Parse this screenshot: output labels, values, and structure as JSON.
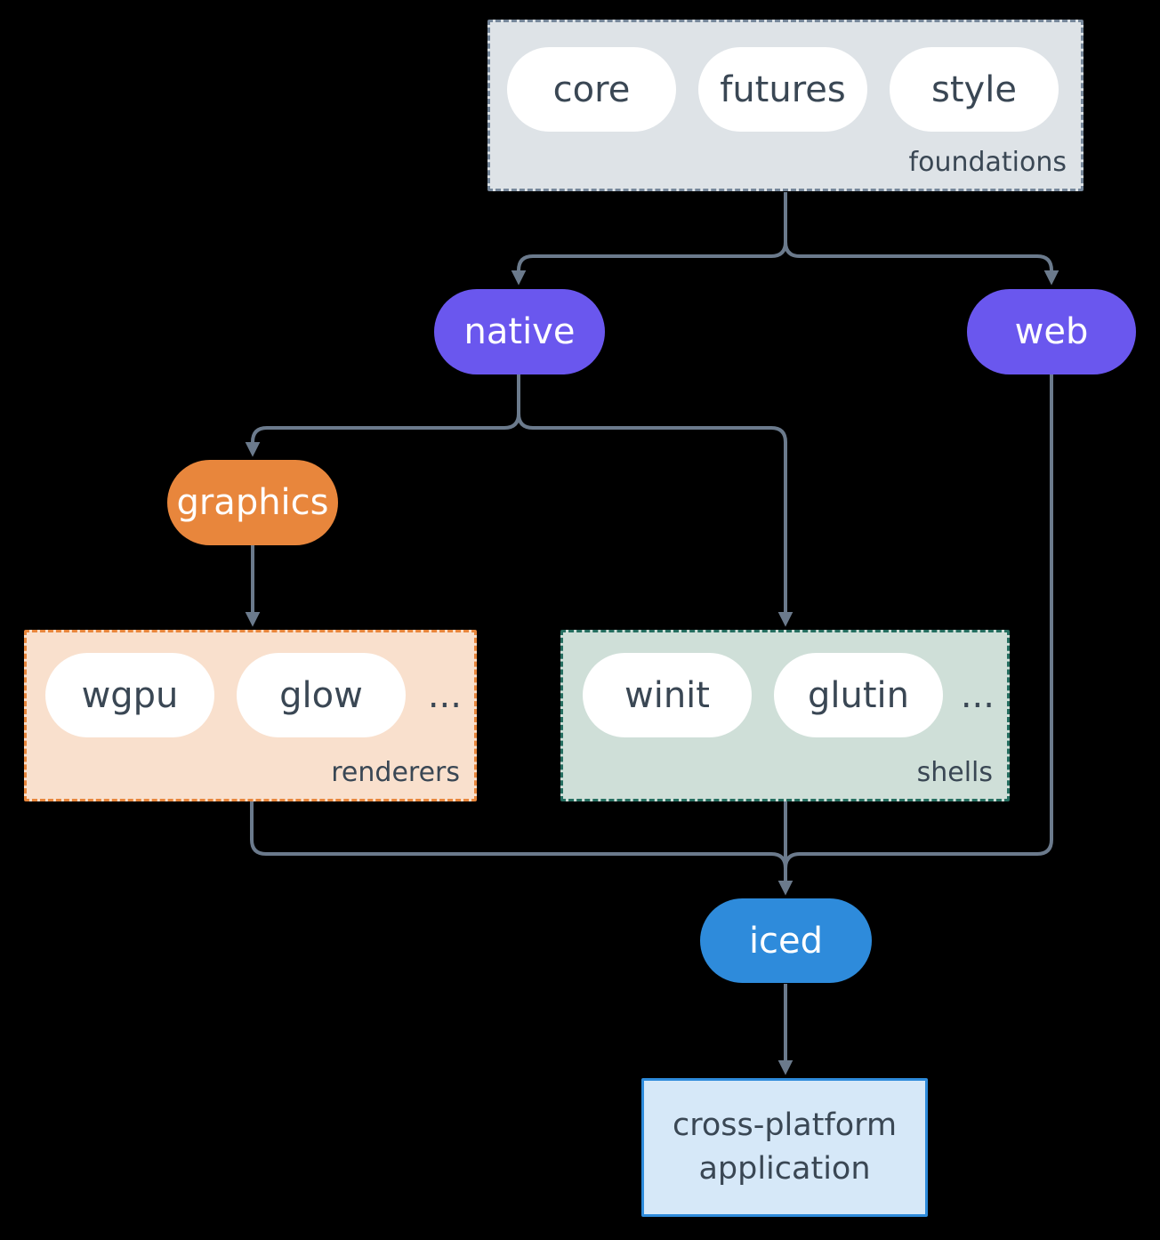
{
  "diagram": {
    "foundations": {
      "label": "foundations",
      "pills": [
        "core",
        "futures",
        "style"
      ]
    },
    "native": {
      "label": "native"
    },
    "web": {
      "label": "web"
    },
    "graphics": {
      "label": "graphics"
    },
    "renderers": {
      "label": "renderers",
      "pills": [
        "wgpu",
        "glow"
      ],
      "ellipsis": "..."
    },
    "shells": {
      "label": "shells",
      "pills": [
        "winit",
        "glutin"
      ],
      "ellipsis": "..."
    },
    "iced": {
      "label": "iced"
    },
    "application": {
      "label": "cross-platform application"
    }
  },
  "colors": {
    "background": "#000000",
    "arrow": "#6b7a8c",
    "purple_node": "#6a57ee",
    "orange_node": "#e8863c",
    "blue_node": "#2e8bdb",
    "foundations_fill": "#dee3e7",
    "foundations_border": "#76879a",
    "renderers_fill": "#f9e0cd",
    "renderers_border": "#e8863c",
    "shells_fill": "#cfdfd8",
    "shells_border": "#256e60",
    "application_fill": "#d6e8f8",
    "application_border": "#2e8bdb",
    "pill_fill": "#ffffff",
    "text_dark": "#3a4754"
  }
}
